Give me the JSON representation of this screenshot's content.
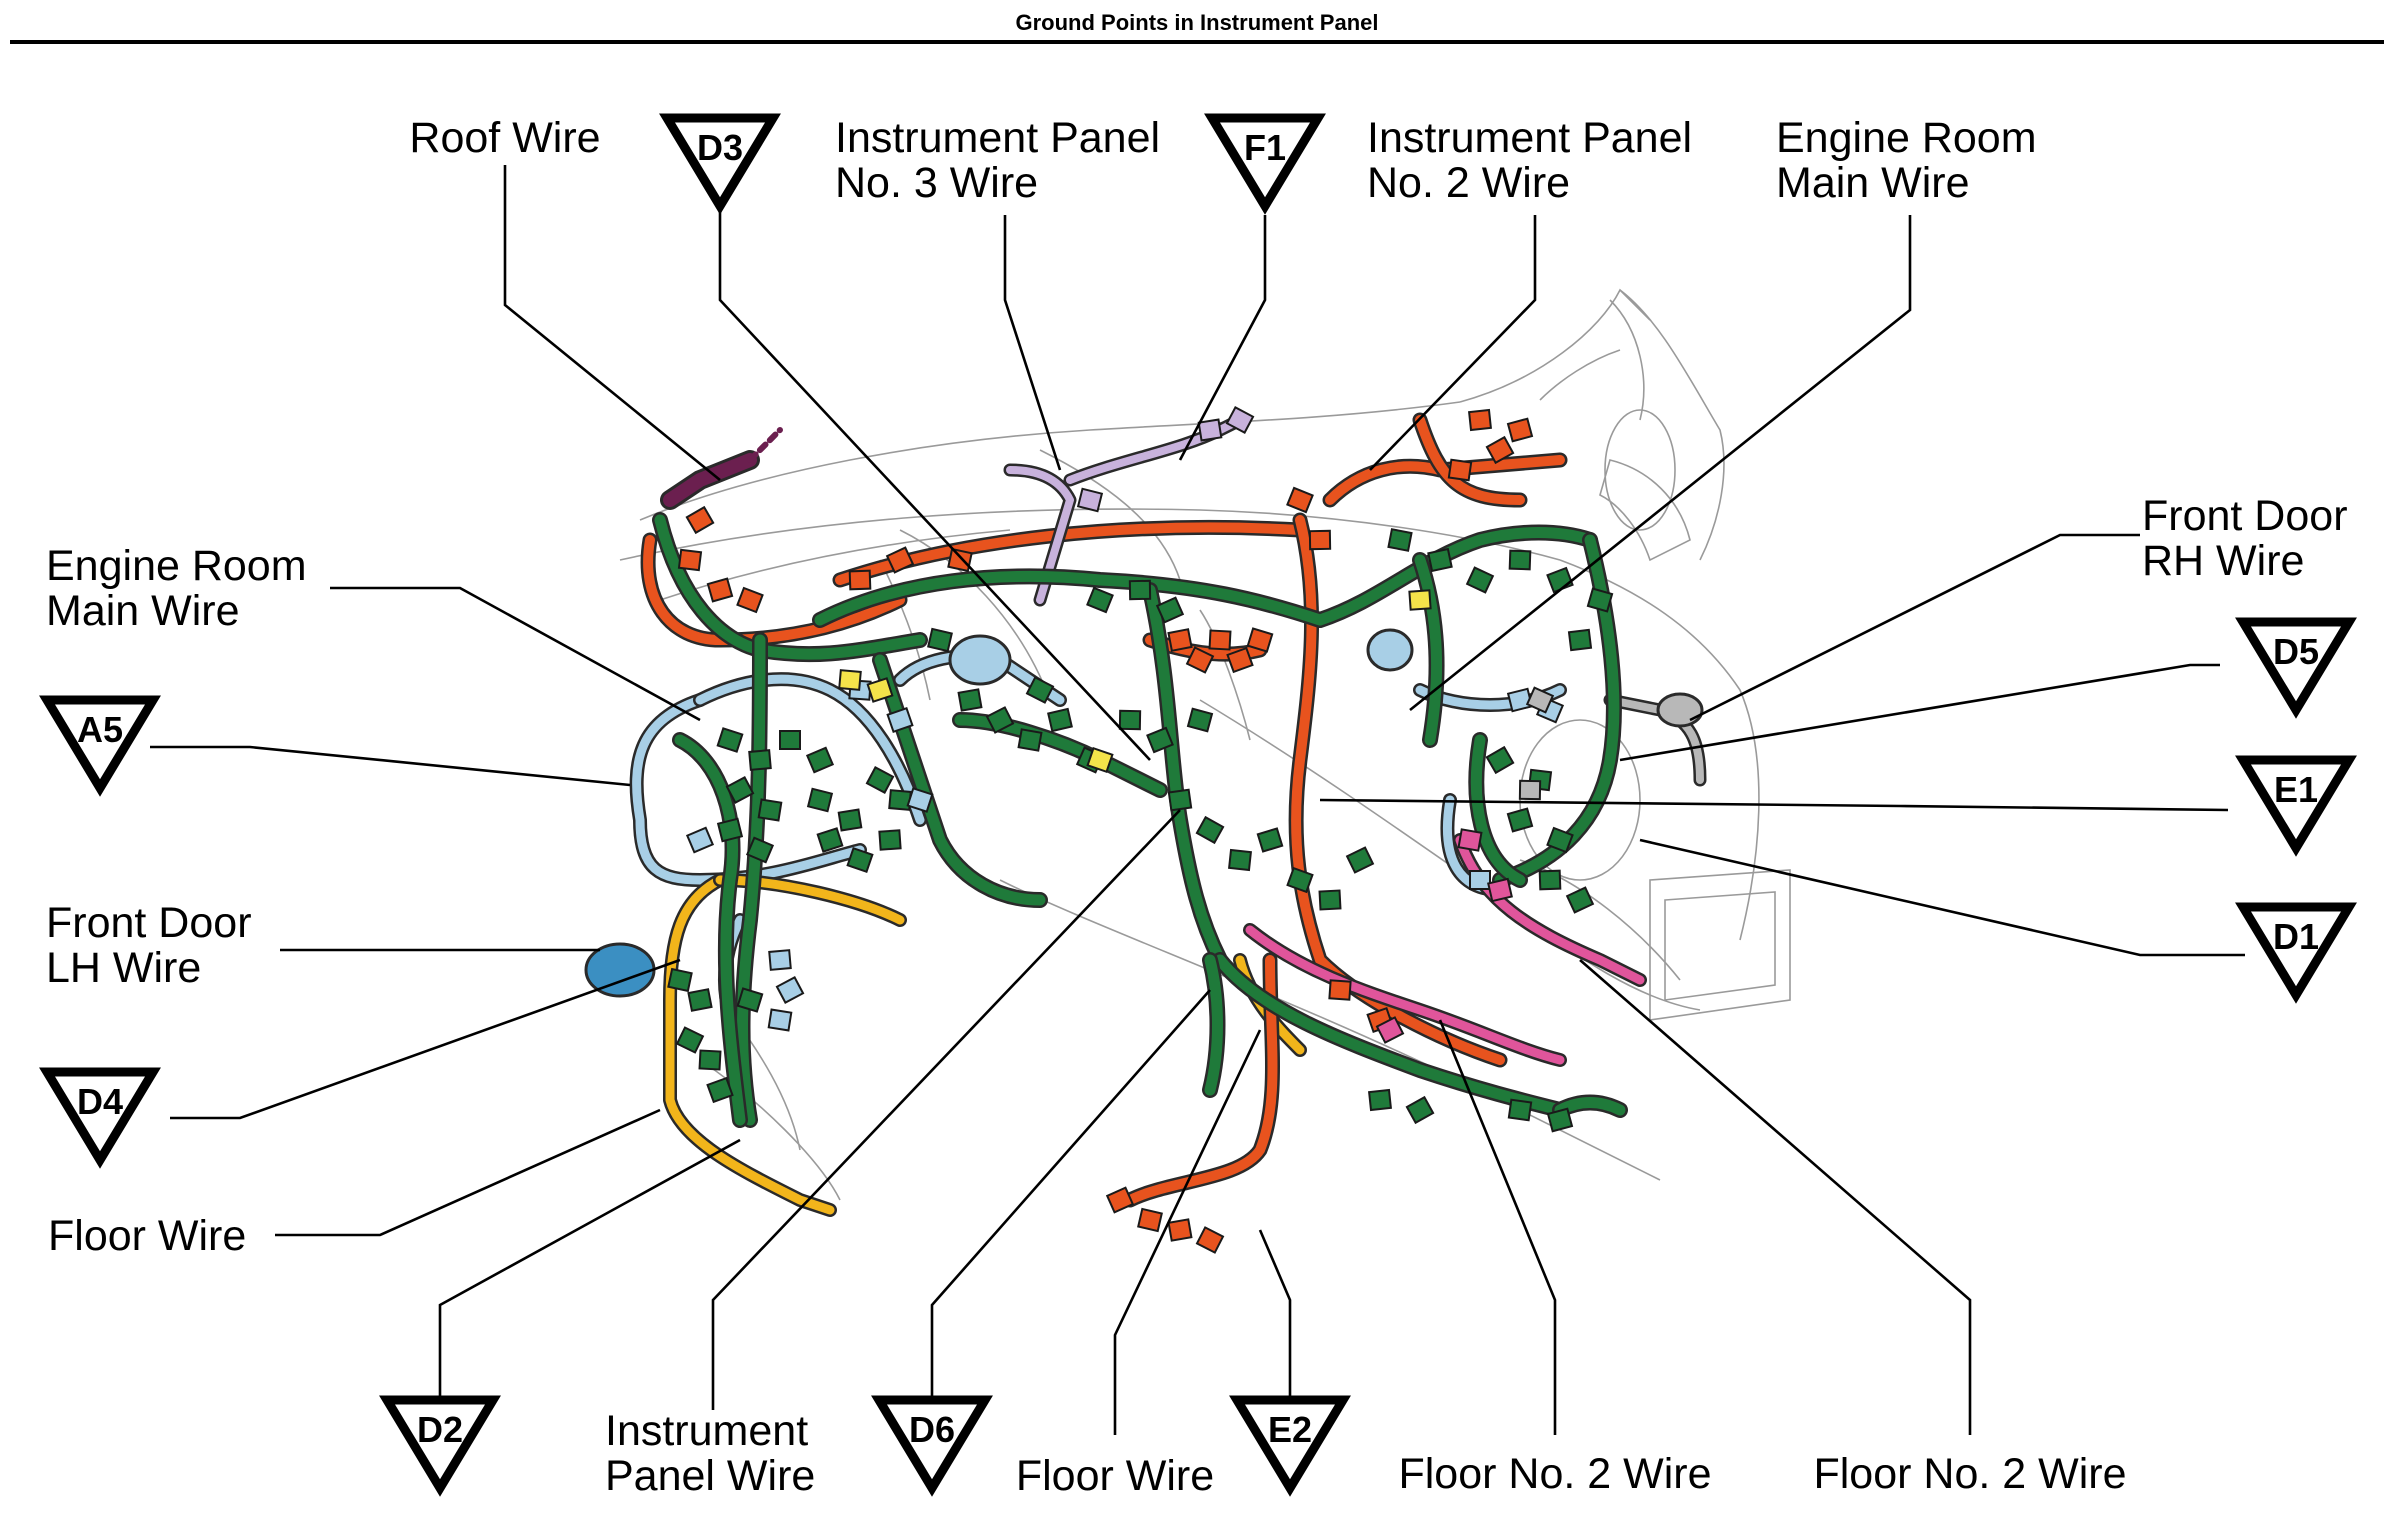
{
  "title": "Ground Points in Instrument Panel",
  "labels": {
    "roof_wire": "Roof Wire",
    "ip3_line1": "Instrument Panel",
    "ip3_line2": "No. 3 Wire",
    "ip2_line1": "Instrument Panel",
    "ip2_line2": "No. 2 Wire",
    "erm_right_line1": "Engine Room",
    "erm_right_line2": "Main Wire",
    "erm_left_line1": "Engine Room",
    "erm_left_line2": "Main Wire",
    "fd_rh_line1": "Front Door",
    "fd_rh_line2": "RH Wire",
    "fd_lh_line1": "Front Door",
    "fd_lh_line2": "LH Wire",
    "floor_wire_left": "Floor Wire",
    "ip_wire_line1": "Instrument",
    "ip_wire_line2": "Panel Wire",
    "floor_wire_bottom": "Floor Wire",
    "floor2_a": "Floor No. 2 Wire",
    "floor2_b": "Floor No. 2 Wire"
  },
  "ground_points": {
    "d3": "D3",
    "f1": "F1",
    "a5": "A5",
    "d5": "D5",
    "e1": "E1",
    "d1": "D1",
    "d4": "D4",
    "d2": "D2",
    "d6": "D6",
    "e2": "E2"
  },
  "colors": {
    "green_harness": "#1f7a3a",
    "orange_harness": "#e8531e",
    "light_blue_harness": "#a8cfe6",
    "yellow_harness": "#f2b51b",
    "purple_harness": "#6b1f4f",
    "lavender_harness": "#c8b2dc",
    "pink_harness": "#e0559b",
    "gray_harness": "#b8b8b8",
    "connector_yellow": "#f5e34a",
    "panel_outline": "#9a9a9a"
  }
}
